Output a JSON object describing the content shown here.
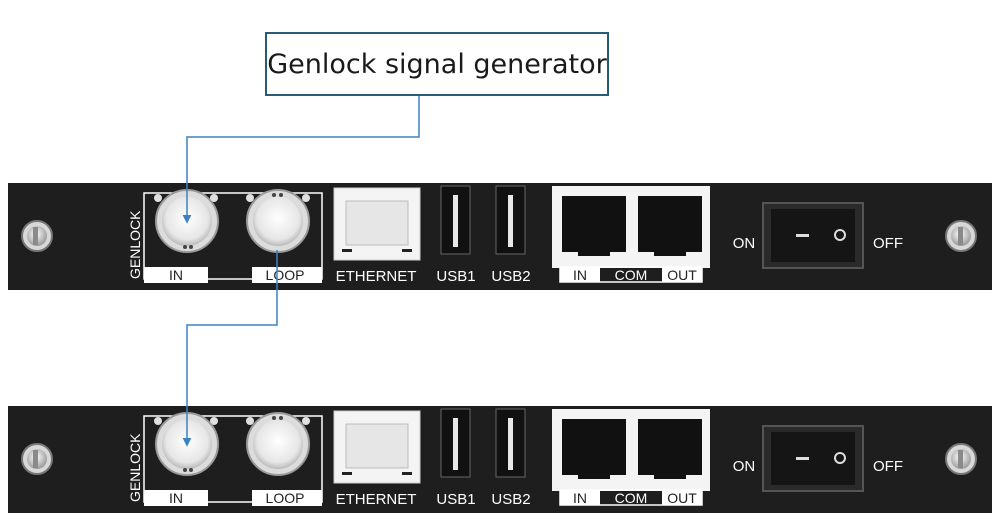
{
  "generator": {
    "label": "Genlock signal generator"
  },
  "panels": [
    {
      "genlock_label": "GENLOCK",
      "in_label": "IN",
      "loop_label": "LOOP",
      "ethernet_label": "ETHERNET",
      "usb1_label": "USB1",
      "usb2_label": "USB2",
      "com_in_label": "IN",
      "com_label": "COM",
      "com_out_label": "OUT",
      "on_label": "ON",
      "off_label": "OFF"
    },
    {
      "genlock_label": "GENLOCK",
      "in_label": "IN",
      "loop_label": "LOOP",
      "ethernet_label": "ETHERNET",
      "usb1_label": "USB1",
      "usb2_label": "USB2",
      "com_in_label": "IN",
      "com_label": "COM",
      "com_out_label": "OUT",
      "on_label": "ON",
      "off_label": "OFF"
    }
  ],
  "colors": {
    "panel": "#1e1e1e",
    "connector_line": "#3b82c4",
    "box_border": "#2a5a7a"
  }
}
